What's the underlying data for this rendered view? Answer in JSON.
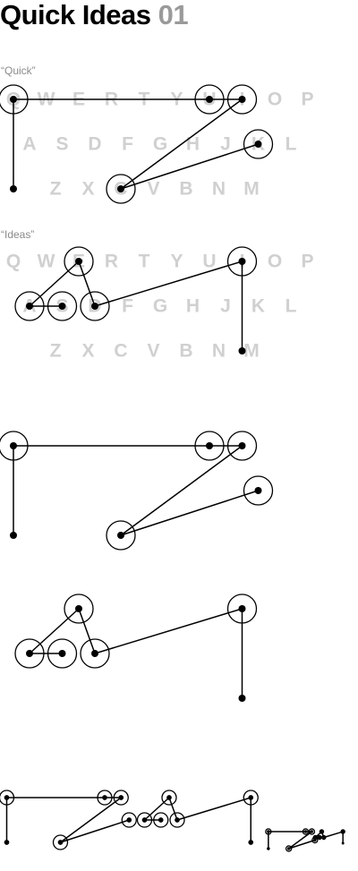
{
  "header": {
    "title_text": "Quick Ideas",
    "title_number": "01"
  },
  "sections": [
    {
      "caption": "“Quick”"
    },
    {
      "caption": "“Ideas”"
    }
  ],
  "keyboard_rows": [
    [
      "Q",
      "W",
      "E",
      "R",
      "T",
      "Y",
      "U",
      "I",
      "O",
      "P"
    ],
    [
      "A",
      "S",
      "D",
      "F",
      "G",
      "H",
      "J",
      "K",
      "L"
    ],
    [
      "Z",
      "X",
      "C",
      "V",
      "B",
      "N",
      "M"
    ]
  ],
  "words": [
    {
      "word": "Quick",
      "letters": [
        "Q",
        "U",
        "I",
        "C",
        "K"
      ]
    },
    {
      "word": "Ideas",
      "letters": [
        "I",
        "D",
        "E",
        "A",
        "S"
      ]
    }
  ],
  "colors": {
    "ink": "#000000",
    "keys": "#d0d0d0",
    "caption": "#8a8a8a",
    "title_number": "#9a9a9a"
  }
}
